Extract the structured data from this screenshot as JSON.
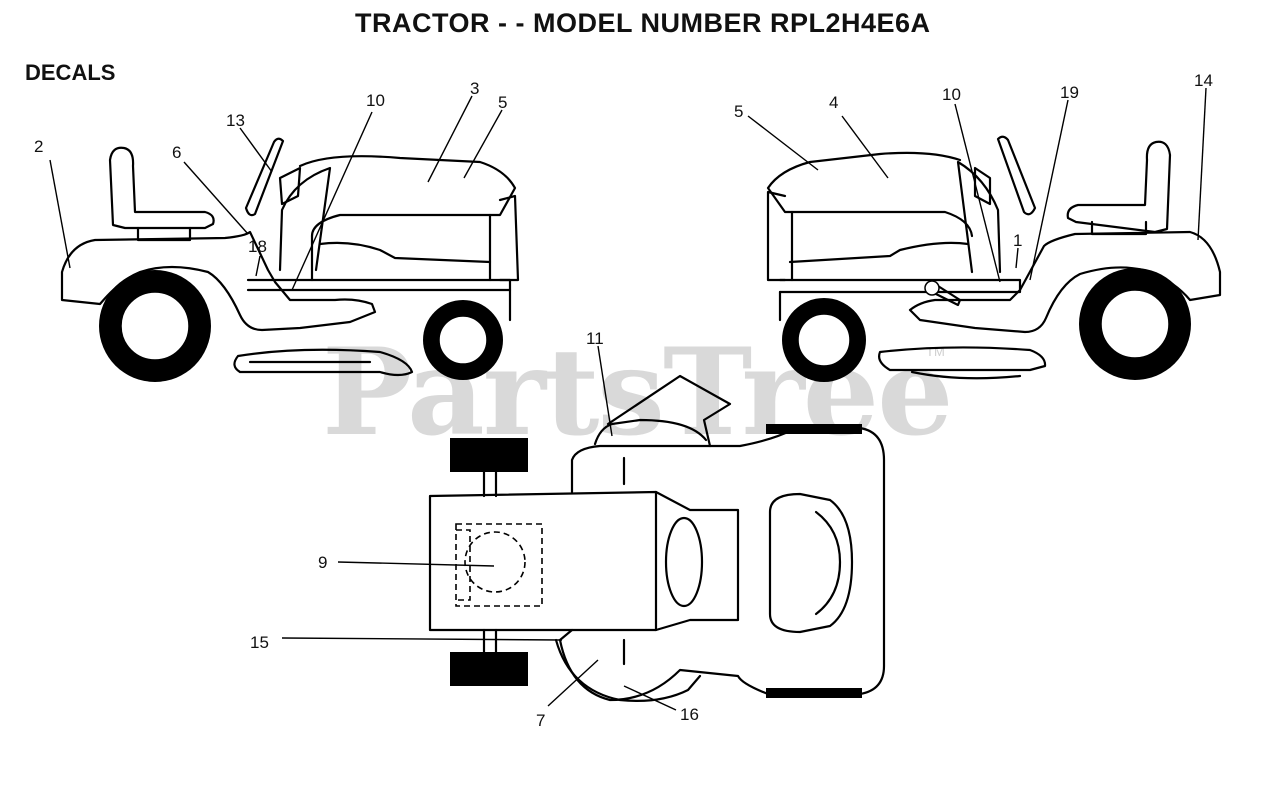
{
  "title": "TRACTOR - - MODEL NUMBER RPL2H4E6A",
  "section": "DECALS",
  "watermark": "PartsTree",
  "watermark_tm": "TM",
  "callouts": {
    "c2": "2",
    "c6": "6",
    "c13": "13",
    "c18": "18",
    "c10_left": "10",
    "c3": "3",
    "c5_left": "5",
    "c5_right": "5",
    "c4": "4",
    "c10_right": "10",
    "c19": "19",
    "c1": "1",
    "c14": "14",
    "c11": "11",
    "c9": "9",
    "c15": "15",
    "c7": "7",
    "c16": "16"
  }
}
